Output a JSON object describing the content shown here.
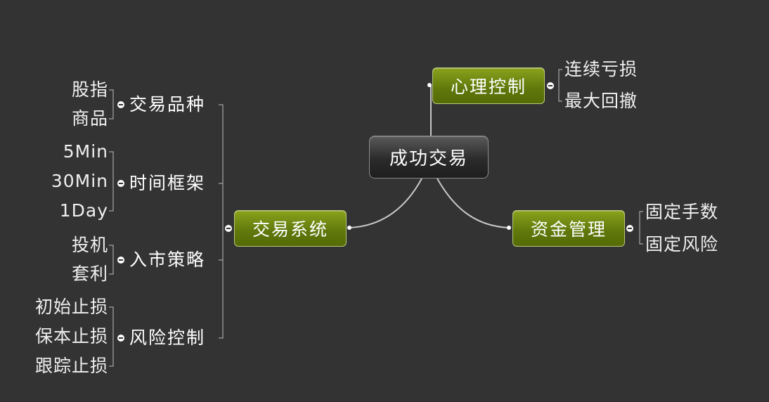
{
  "root": {
    "label": "成功交易"
  },
  "branches": {
    "psychology": {
      "label": "心理控制",
      "children": [
        "连续亏损",
        "最大回撤"
      ]
    },
    "money": {
      "label": "资金管理",
      "children": [
        "固定手数",
        "固定风险"
      ]
    },
    "system": {
      "label": "交易系统",
      "groups": [
        {
          "label": "交易品种",
          "children": [
            "股指",
            "商品"
          ]
        },
        {
          "label": "时间框架",
          "children": [
            "5Min",
            "30Min",
            "1Day"
          ]
        },
        {
          "label": "入市策略",
          "children": [
            "投机",
            "套利"
          ]
        },
        {
          "label": "风险控制",
          "children": [
            "初始止损",
            "保本止损",
            "跟踪止损"
          ]
        }
      ]
    }
  },
  "colors": {
    "background": "#333333",
    "branch_fill": "#6b8410",
    "root_fill": "#2e2e2e",
    "connector": "#c8c8c8"
  }
}
